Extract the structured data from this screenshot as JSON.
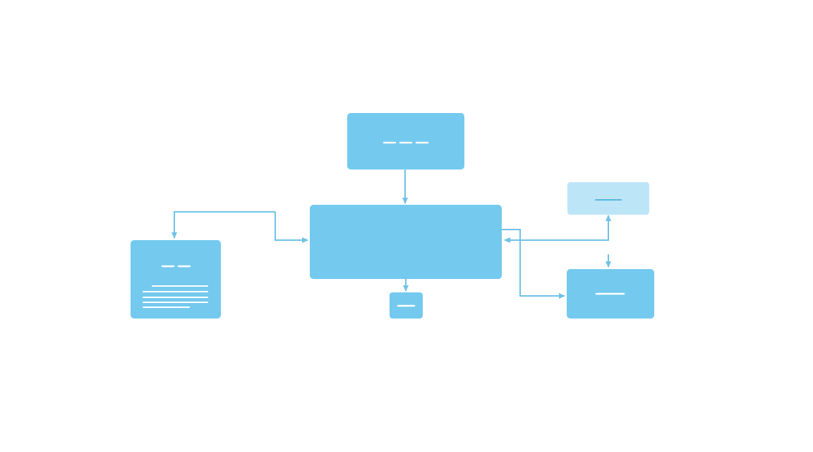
{
  "diagram": {
    "colors": {
      "background": "#ffffff",
      "node_fill": "#74c9ee",
      "node_light_fill": "#bde5f8",
      "connector": "#6fc2e8",
      "placeholder_line": "#ffffff",
      "placeholder_line_dark": "#55b4e2"
    },
    "nodes": [
      {
        "name": "top-node",
        "style": "primary",
        "placeholder": "dashes"
      },
      {
        "name": "central-node",
        "style": "primary",
        "placeholder": "none"
      },
      {
        "name": "left-document-node",
        "style": "primary",
        "placeholder": "text-block"
      },
      {
        "name": "bottom-small-node",
        "style": "primary",
        "placeholder": "short-line"
      },
      {
        "name": "right-light-node",
        "style": "light",
        "placeholder": "line"
      },
      {
        "name": "right-bottom-node",
        "style": "primary",
        "placeholder": "line"
      }
    ],
    "edges": [
      {
        "name": "edge-top-to-central",
        "from": "top-node",
        "to": "central-node"
      },
      {
        "name": "edge-central-to-left",
        "from": "central-node",
        "to": "left-document-node",
        "bidirectional": true
      },
      {
        "name": "edge-central-to-bottom",
        "from": "central-node",
        "to": "bottom-small-node"
      },
      {
        "name": "edge-central-to-right-light",
        "from": "central-node",
        "to": "right-light-node",
        "bidirectional": true
      },
      {
        "name": "edge-central-to-right-bottom",
        "from": "central-node",
        "to": "right-bottom-node"
      },
      {
        "name": "edge-into-right-bottom",
        "from": "right-light-node",
        "to": "right-bottom-node"
      }
    ]
  }
}
